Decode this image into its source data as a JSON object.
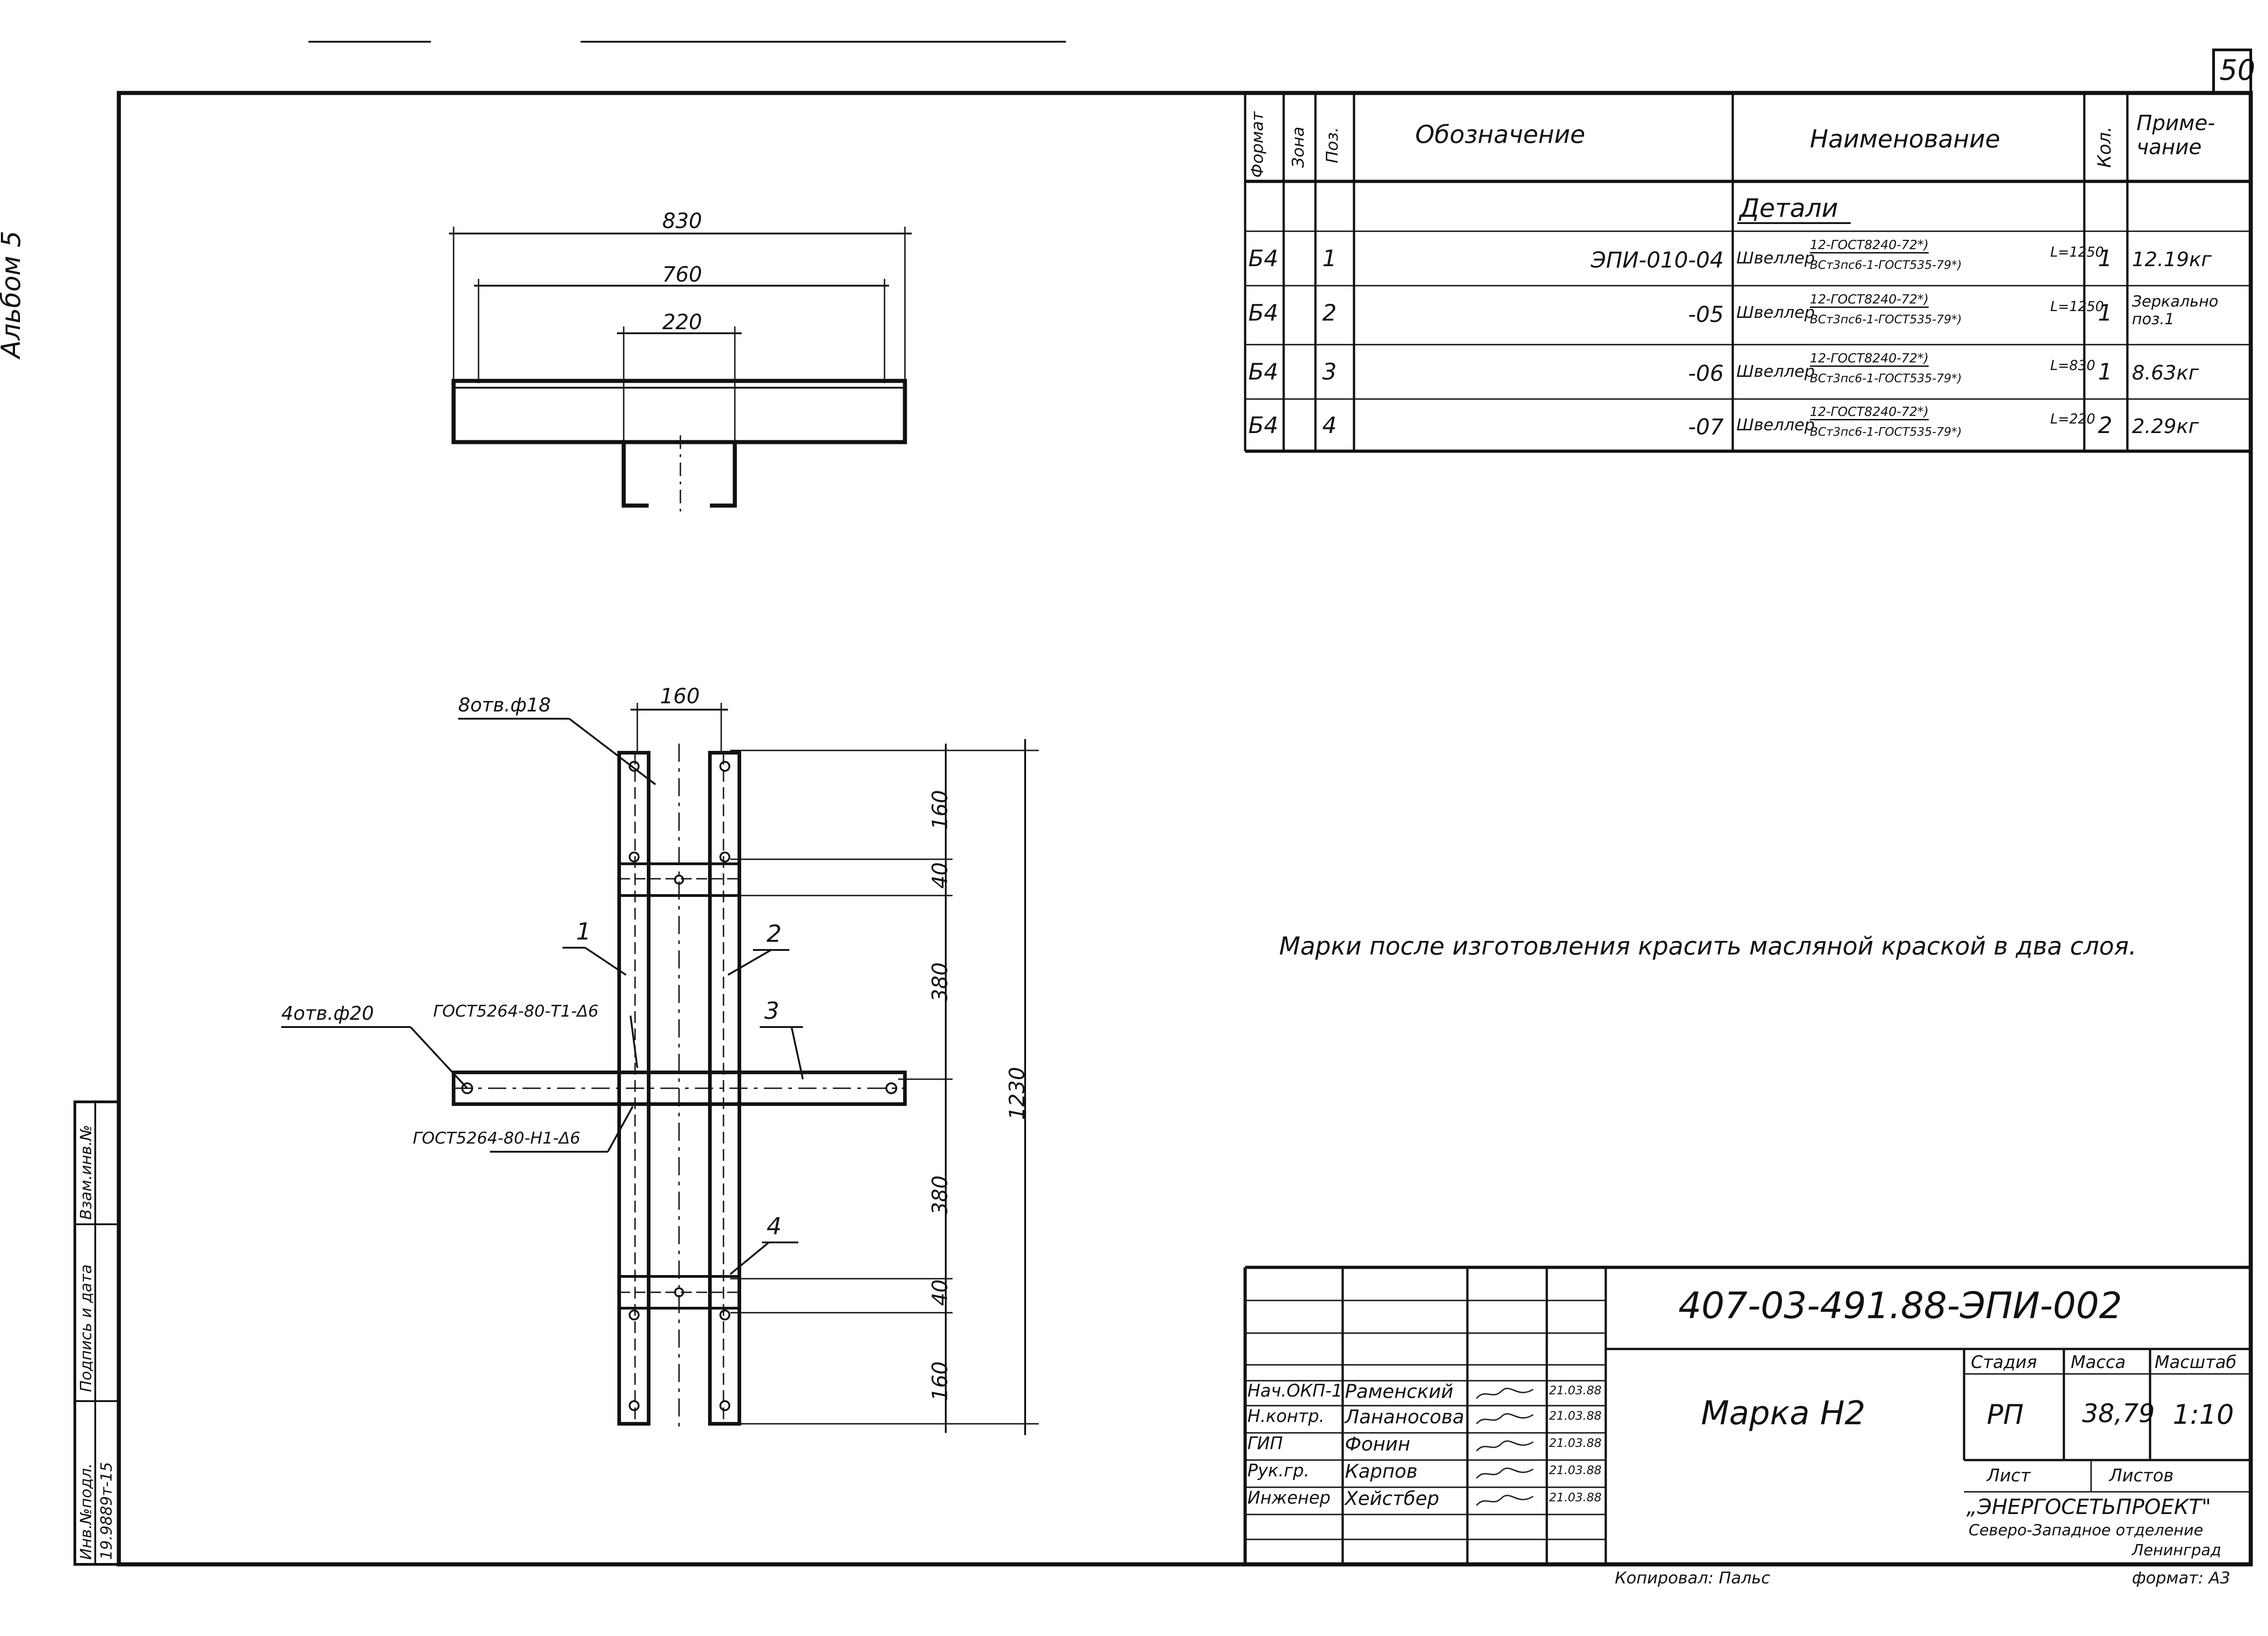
{
  "sheet": {
    "page_number": "50",
    "album": "Альбом 5",
    "copyist": "Копировал: Пальс",
    "format": "формат: А3"
  },
  "side_stamp": {
    "inv_no": "Инв.№подл.",
    "sign_date": "Подпись и дата",
    "replace_inv": "Взам.инв.№",
    "inv_value": "19.9889т-15"
  },
  "spec_table": {
    "headers": {
      "format": "Формат",
      "zone": "Зона",
      "pos": "Поз.",
      "designation": "Обозначение",
      "name": "Наименование",
      "qty": "Кол.",
      "note": "Приме-\nчание"
    },
    "section": "Детали",
    "rows": [
      {
        "format": "Б4",
        "pos": "1",
        "designation": "ЭПИ-010-04",
        "name": "Швеллер",
        "frac_top": "12-ГОСТ8240-72*)",
        "frac_bottom": "ВСт3пс6-1-ГОСТ535-79*)",
        "length": "L=1250",
        "qty": "1",
        "note": "12.19кг"
      },
      {
        "format": "Б4",
        "pos": "2",
        "designation": "-05",
        "name": "Швеллер",
        "frac_top": "12-ГОСТ8240-72*)",
        "frac_bottom": "ВСт3пс6-1-ГОСТ535-79*)",
        "length": "L=1250",
        "qty": "1",
        "note": "Зеркально поз.1"
      },
      {
        "format": "Б4",
        "pos": "3",
        "designation": "-06",
        "name": "Швеллер",
        "frac_top": "12-ГОСТ8240-72*)",
        "frac_bottom": "ВСт3пс6-1-ГОСТ535-79*)",
        "length": "L=830",
        "qty": "1",
        "note": "8.63кг"
      },
      {
        "format": "Б4",
        "pos": "4",
        "designation": "-07",
        "name": "Швеллер",
        "frac_top": "12-ГОСТ8240-72*)",
        "frac_bottom": "ВСт3пс6-1-ГОСТ535-79*)",
        "length": "L=220",
        "qty": "2",
        "note": "2.29кг"
      }
    ]
  },
  "top_view": {
    "dim_830": "830",
    "dim_760": "760",
    "dim_220": "220"
  },
  "front_view": {
    "dim_160_top": "160",
    "holes_18": "8отв.ф18",
    "holes_20": "4отв.ф20",
    "weld_1": "ГОСТ5264-80-Т1-Δ6",
    "weld_2": "ГОСТ5264-80-Н1-Δ6",
    "pos_1": "1",
    "pos_2": "2",
    "pos_3": "3",
    "pos_4": "4",
    "v_dims": [
      "160",
      "40",
      "380",
      "380",
      "40",
      "160"
    ],
    "total": "1230"
  },
  "note": "Марки после изготовления красить масляной краской в два слоя.",
  "title_block": {
    "code": "407-03-491.88-ЭПИ-002",
    "title": "Марка Н2",
    "stage_h": "Стадия",
    "mass_h": "Масса",
    "scale_h": "Масштаб",
    "stage": "РП",
    "mass": "38,79",
    "scale": "1:10",
    "sheet_h": "Лист",
    "sheets_h": "Листов",
    "org1": "„ЭНЕРГОСЕТЬПРОЕКТ\"",
    "org2": "Северо-Западное отделение",
    "org3": "Ленинград",
    "people": [
      {
        "role": "Нач.ОКП-1",
        "name": "Раменский",
        "date": "21.03.88"
      },
      {
        "role": "Н.контр.",
        "name": "Лананосова",
        "date": "21.03.88"
      },
      {
        "role": "ГИП",
        "name": "Фонин",
        "date": "21.03.88"
      },
      {
        "role": "Рук.гр.",
        "name": "Карпов",
        "date": "21.03.88"
      },
      {
        "role": "Инженер",
        "name": "Хейстбер",
        "date": "21.03.88"
      }
    ]
  }
}
